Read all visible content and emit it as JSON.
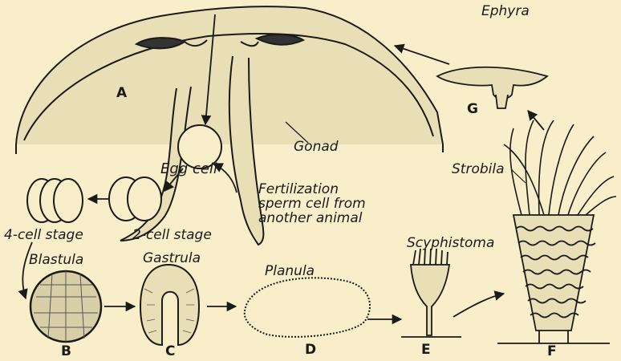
{
  "labels": {
    "gonad": "Gonad",
    "ephyra": "Ephyra",
    "egg_cell": "Egg cell",
    "fertilization_line1": "Fertilization",
    "fertilization_line2": "sperm cell from",
    "fertilization_line3": "another animal",
    "strobila": "Strobila",
    "four_cell": "4-cell stage",
    "two_cell": "2-cell stage",
    "blastula": "Blastula",
    "gastrula": "Gastrula",
    "planula": "Planula",
    "scyphistoma": "Scyphistoma"
  },
  "letters": {
    "a": "A",
    "b": "B",
    "c": "C",
    "d": "D",
    "e": "E",
    "f": "F",
    "g": "G"
  }
}
